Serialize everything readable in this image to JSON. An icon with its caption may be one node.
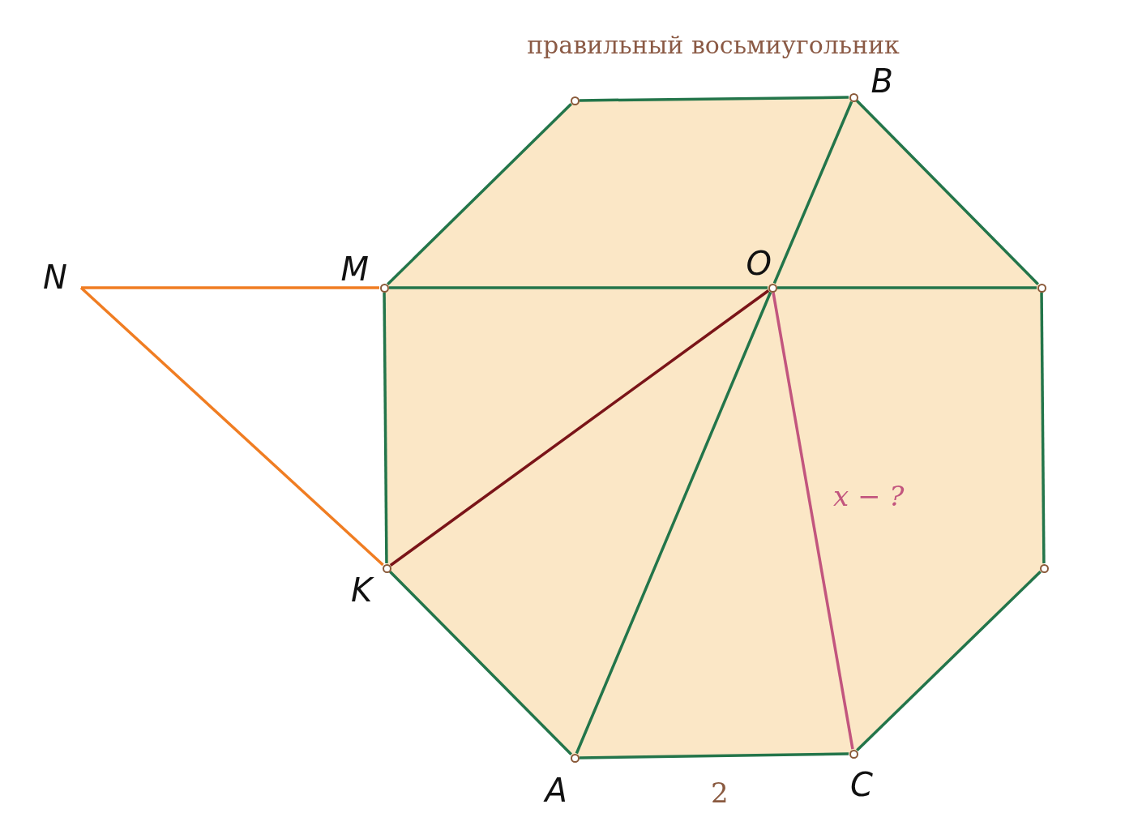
{
  "diagram": {
    "title": "правильный восьмиугольник",
    "nodes": [
      {
        "text": [],
        "shape": "circle"
      },
      {
        "text": [
          "B"
        ]
      },
      {
        "text": [
          "N"
        ]
      },
      {
        "text": [
          "M"
        ]
      },
      {
        "text": [
          "O"
        ]
      },
      {
        "text": [],
        "shape": "circle"
      },
      {
        "text": [
          "K"
        ]
      },
      {
        "text": [],
        "shape": "circle"
      },
      {
        "text": [
          "A"
        ]
      },
      {
        "text": [
          "C"
        ]
      }
    ],
    "edges": [
      {
        "from": 0,
        "to": 1,
        "arrow": "none"
      },
      {
        "from": 1,
        "to": 5,
        "arrow": "none"
      },
      {
        "from": 5,
        "to": 7,
        "arrow": "none"
      },
      {
        "from": 7,
        "to": 9,
        "arrow": "none"
      },
      {
        "from": 9,
        "to": 8,
        "arrow": "none",
        "label": "2"
      },
      {
        "from": 8,
        "to": 6,
        "arrow": "none"
      },
      {
        "from": 6,
        "to": 3,
        "arrow": "none"
      },
      {
        "from": 3,
        "to": 0,
        "arrow": "none"
      },
      {
        "from": 3,
        "to": 4,
        "arrow": "none"
      },
      {
        "from": 4,
        "to": 5,
        "arrow": "none"
      },
      {
        "from": 1,
        "to": 4,
        "arrow": "none"
      },
      {
        "from": 4,
        "to": 8,
        "arrow": "none"
      },
      {
        "from": 4,
        "to": 6,
        "arrow": "none",
        "color": "#7a1418"
      },
      {
        "from": 4,
        "to": 9,
        "arrow": "none",
        "color": "#c2557e",
        "label": "x − ?"
      },
      {
        "from": 2,
        "to": 3,
        "arrow": "none",
        "color": "#f07d22"
      },
      {
        "from": 2,
        "to": 6,
        "arrow": "none",
        "color": "#f07d22"
      }
    ]
  }
}
